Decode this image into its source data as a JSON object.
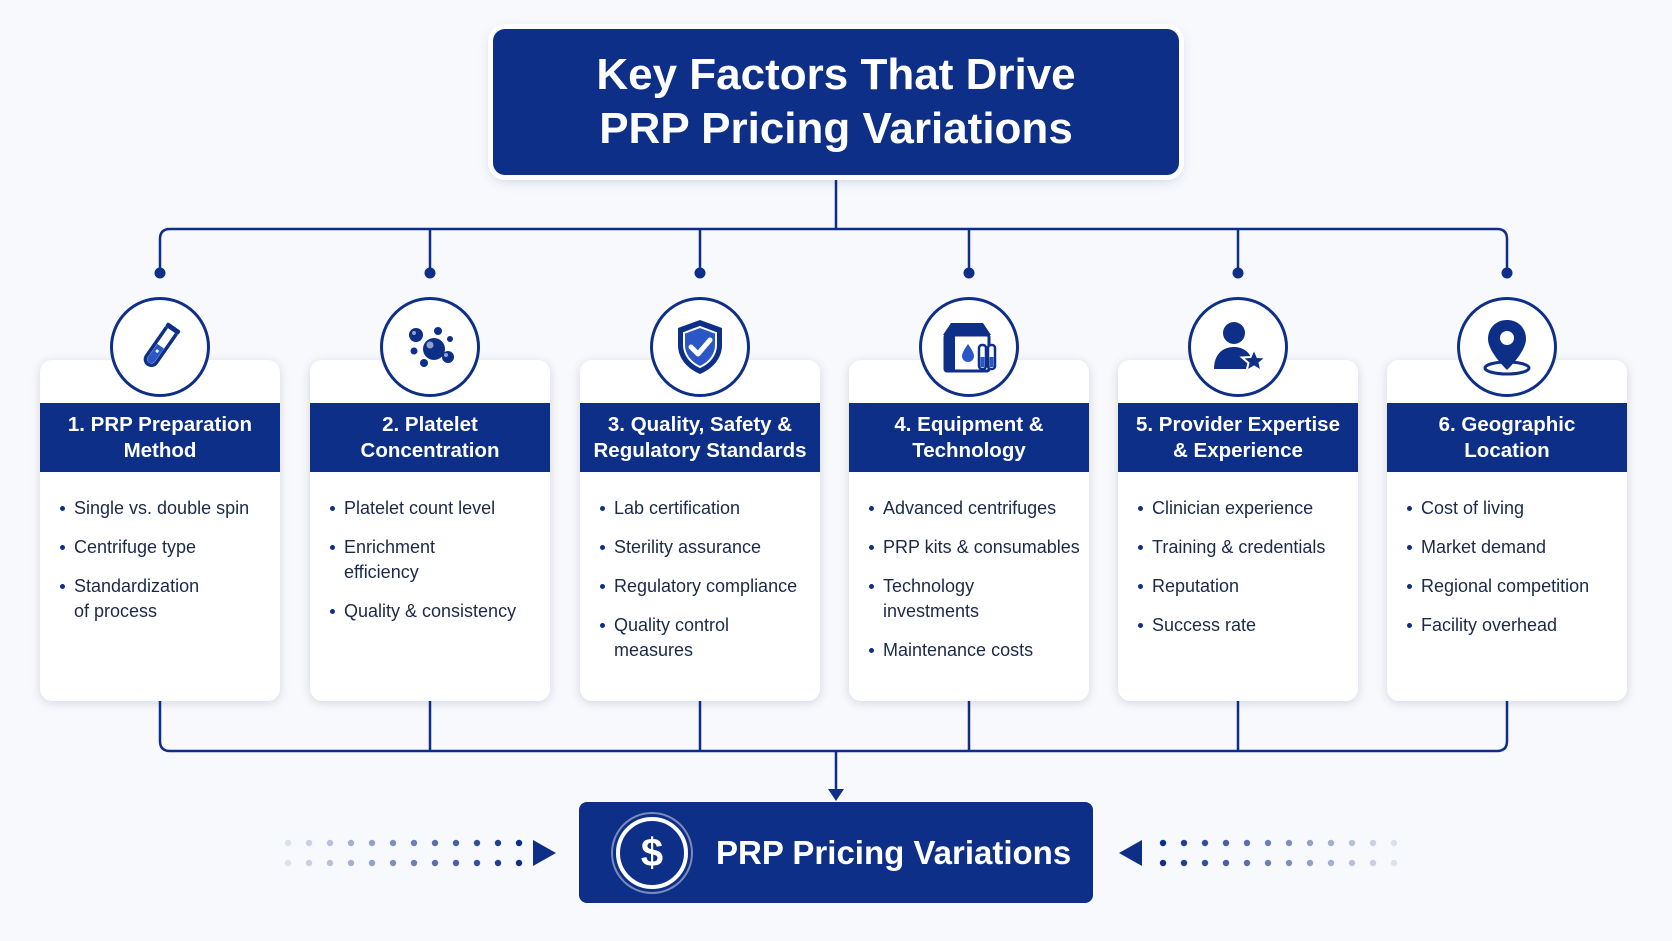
{
  "colors": {
    "primary": "#0e2f87",
    "background": "#f8f9fc",
    "card": "#ffffff",
    "text": "#1b2a4a"
  },
  "title": {
    "line1": "Key Factors That Drive",
    "line2": "PRP Pricing Variations"
  },
  "factors": [
    {
      "icon": "test-tube-icon",
      "title_lines": [
        "1. PRP Preparation",
        "Method"
      ],
      "items": [
        {
          "lines": [
            "Single vs. double spin"
          ]
        },
        {
          "lines": [
            "Centrifuge type"
          ]
        },
        {
          "lines": [
            "Standardization",
            "of process"
          ]
        }
      ]
    },
    {
      "icon": "platelet-cells-icon",
      "title_lines": [
        "2. Platelet",
        "Concentration"
      ],
      "items": [
        {
          "lines": [
            "Platelet count level"
          ]
        },
        {
          "lines": [
            "Enrichment",
            "efficiency"
          ]
        },
        {
          "lines": [
            "Quality & consistency"
          ]
        }
      ]
    },
    {
      "icon": "shield-check-icon",
      "title_lines": [
        "3. Quality, Safety &",
        "Regulatory Standards"
      ],
      "items": [
        {
          "lines": [
            "Lab certification"
          ]
        },
        {
          "lines": [
            "Sterility assurance"
          ]
        },
        {
          "lines": [
            "Regulatory compliance"
          ]
        },
        {
          "lines": [
            "Quality control",
            "measures"
          ]
        }
      ]
    },
    {
      "icon": "equipment-kit-icon",
      "title_lines": [
        "4. Equipment &",
        "Technology"
      ],
      "items": [
        {
          "lines": [
            "Advanced centrifuges"
          ]
        },
        {
          "lines": [
            "PRP kits & consumables"
          ]
        },
        {
          "lines": [
            "Technology",
            "investments"
          ]
        },
        {
          "lines": [
            "Maintenance costs"
          ]
        }
      ]
    },
    {
      "icon": "expert-star-icon",
      "title_lines": [
        "5. Provider Expertise",
        "& Experience"
      ],
      "items": [
        {
          "lines": [
            "Clinician experience"
          ]
        },
        {
          "lines": [
            "Training & credentials"
          ]
        },
        {
          "lines": [
            "Reputation"
          ]
        },
        {
          "lines": [
            "Success rate"
          ]
        }
      ]
    },
    {
      "icon": "location-pin-icon",
      "title_lines": [
        "6. Geographic",
        "Location"
      ],
      "items": [
        {
          "lines": [
            "Cost of living"
          ]
        },
        {
          "lines": [
            "Market demand"
          ]
        },
        {
          "lines": [
            "Regional competition"
          ]
        },
        {
          "lines": [
            "Facility overhead"
          ]
        }
      ]
    }
  ],
  "result": {
    "icon": "dollar-icon",
    "symbol": "$",
    "label": "PRP Pricing Variations"
  }
}
